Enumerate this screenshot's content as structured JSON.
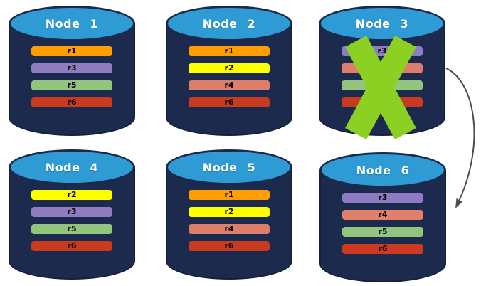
{
  "figure": {
    "description": "Six database node cylinders; Node 3 is crossed out and an arrow points from Node 3 to Node 6",
    "background": "#FFFFFF"
  },
  "palette": {
    "cylinder_body": "#1C2A4D",
    "cylinder_top": "#2F9BD4",
    "cylinder_border": "#15203C",
    "title_text": "#FFFFFF",
    "bar_text": "#000000",
    "replica_r1": "#FF9E00",
    "replica_r2": "#FFFF00",
    "replica_r3": "#8E7CC3",
    "replica_r4": "#DD7E6B",
    "replica_r5": "#93C47D",
    "replica_r6": "#C93B20"
  },
  "annotations": {
    "failure_x": {
      "node": "Node 3",
      "color": "#8CD024"
    },
    "arrow": {
      "from": "Node 3",
      "to": "Node 6",
      "color": "#4D4D4D"
    }
  },
  "nodes": [
    {
      "title": "Node 1",
      "bars": [
        {
          "label": "r1",
          "color": "#FF9E00"
        },
        {
          "label": "r3",
          "color": "#8E7CC3"
        },
        {
          "label": "r5",
          "color": "#93C47D"
        },
        {
          "label": "r6",
          "color": "#C93B20"
        }
      ]
    },
    {
      "title": "Node 2",
      "bars": [
        {
          "label": "r1",
          "color": "#FF9E00"
        },
        {
          "label": "r2",
          "color": "#FFFF00"
        },
        {
          "label": "r4",
          "color": "#DD7E6B"
        },
        {
          "label": "r6",
          "color": "#C93B20"
        }
      ]
    },
    {
      "title": "Node 3",
      "bars": [
        {
          "label": "r3",
          "color": "#8E7CC3"
        },
        {
          "label": "",
          "color": "#DD7E6B"
        },
        {
          "label": "",
          "color": "#93C47D"
        },
        {
          "label": "",
          "color": "#C93B20"
        }
      ]
    },
    {
      "title": "Node 4",
      "bars": [
        {
          "label": "r2",
          "color": "#FFFF00"
        },
        {
          "label": "r3",
          "color": "#8E7CC3"
        },
        {
          "label": "r5",
          "color": "#93C47D"
        },
        {
          "label": "r6",
          "color": "#C93B20"
        }
      ]
    },
    {
      "title": "Node 5",
      "bars": [
        {
          "label": "r1",
          "color": "#FF9E00"
        },
        {
          "label": "r2",
          "color": "#FFFF00"
        },
        {
          "label": "r4",
          "color": "#DD7E6B"
        },
        {
          "label": "r6",
          "color": "#C93B20"
        }
      ]
    },
    {
      "title": "Node 6",
      "bars": [
        {
          "label": "r3",
          "color": "#8E7CC3"
        },
        {
          "label": "r4",
          "color": "#E0806A"
        },
        {
          "label": "r5",
          "color": "#93C47D"
        },
        {
          "label": "r6",
          "color": "#CC3A22"
        }
      ]
    }
  ]
}
